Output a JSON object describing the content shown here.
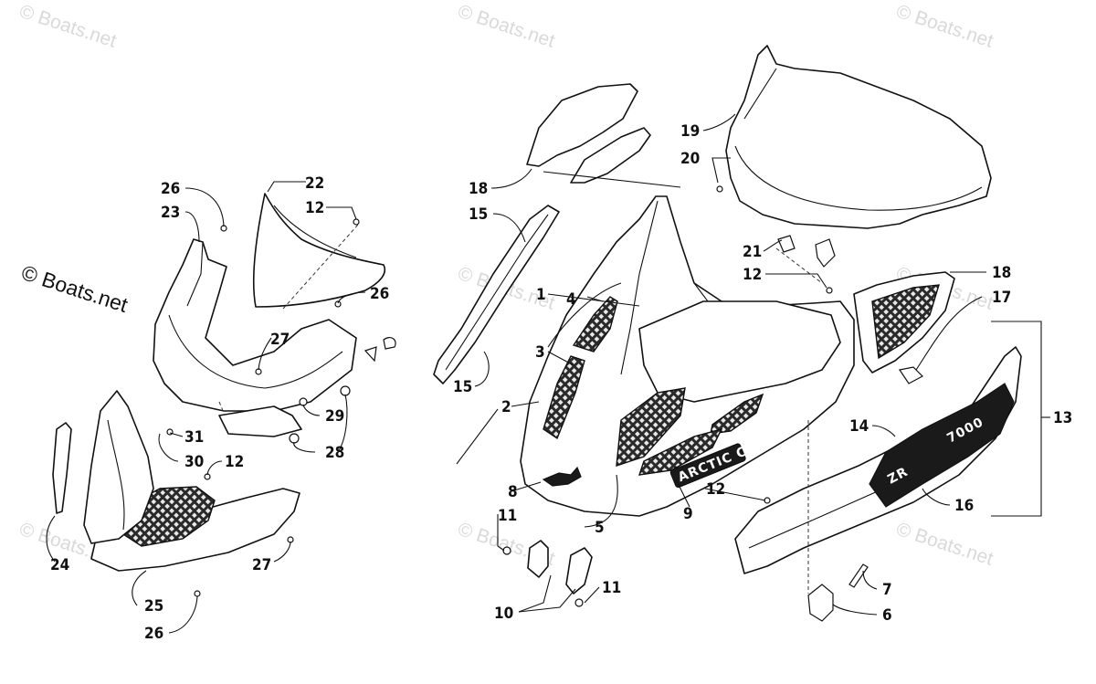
{
  "watermarks": {
    "faint": "© Boats.net",
    "bold": "© Boats.net"
  },
  "decal_text": {
    "brand": "ARCTIC CAT",
    "model": "ZR",
    "model_sub": "7000"
  },
  "callouts": {
    "c1": "1",
    "c2": "2",
    "c3": "3",
    "c4": "4",
    "c5": "5",
    "c6": "6",
    "c7": "7",
    "c8": "8",
    "c9": "9",
    "c10": "10",
    "c11a": "11",
    "c11b": "11",
    "c12a": "12",
    "c12b": "12",
    "c12c": "12",
    "c12d": "12",
    "c13": "13",
    "c14": "14",
    "c15a": "15",
    "c15b": "15",
    "c16": "16",
    "c17": "17",
    "c18a": "18",
    "c18b": "18",
    "c19": "19",
    "c20": "20",
    "c21": "21",
    "c22": "22",
    "c23": "23",
    "c24": "24",
    "c25": "25",
    "c26a": "26",
    "c26b": "26",
    "c26c": "26",
    "c27a": "27",
    "c27b": "27",
    "c28": "28",
    "c29": "29",
    "c30": "30",
    "c31": "31"
  }
}
